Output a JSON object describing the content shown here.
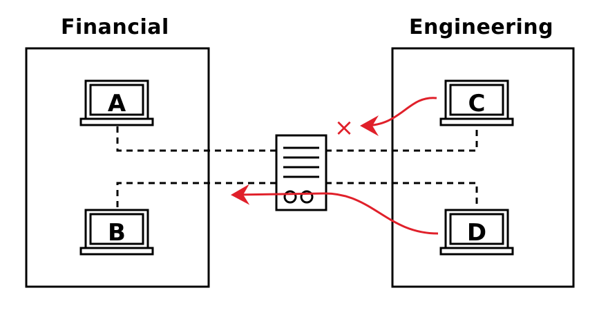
{
  "groups": {
    "left": {
      "title": "Financial"
    },
    "right": {
      "title": "Engineering"
    }
  },
  "laptops": {
    "a": "A",
    "b": "B",
    "c": "C",
    "d": "D"
  },
  "blocked_marker": "×",
  "colors": {
    "stroke": "#000000",
    "arrow": "#e0202a",
    "background": "#ffffff"
  },
  "icons": [
    "laptop-icon",
    "server-icon",
    "arrow-icon",
    "blocked-x-icon"
  ]
}
